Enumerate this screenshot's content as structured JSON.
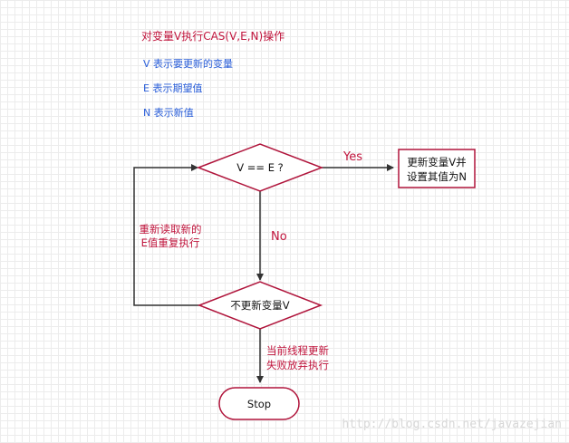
{
  "header": {
    "title": "对变量V执行CAS(V,E,N)操作",
    "notes": [
      "V 表示要更新的变量",
      "E 表示期望值",
      "N 表示新值"
    ]
  },
  "flow": {
    "decision_compare": "V == E ?",
    "action_update": [
      "更新变量V并",
      "设置其值为N"
    ],
    "decision_no_update": "不更新变量V",
    "retry_label": [
      "重新读取新的",
      "E值重复执行"
    ],
    "fail_label": [
      "当前线程更新",
      "失败放弃执行"
    ],
    "stop": "Stop",
    "edge_yes": "Yes",
    "edge_no": "No"
  },
  "colors": {
    "border": "#b0143b",
    "arrow": "#333333",
    "title": "#c0143c",
    "note": "#2b5fd9"
  },
  "watermark": "http://blog.csdn.net/javazejian"
}
